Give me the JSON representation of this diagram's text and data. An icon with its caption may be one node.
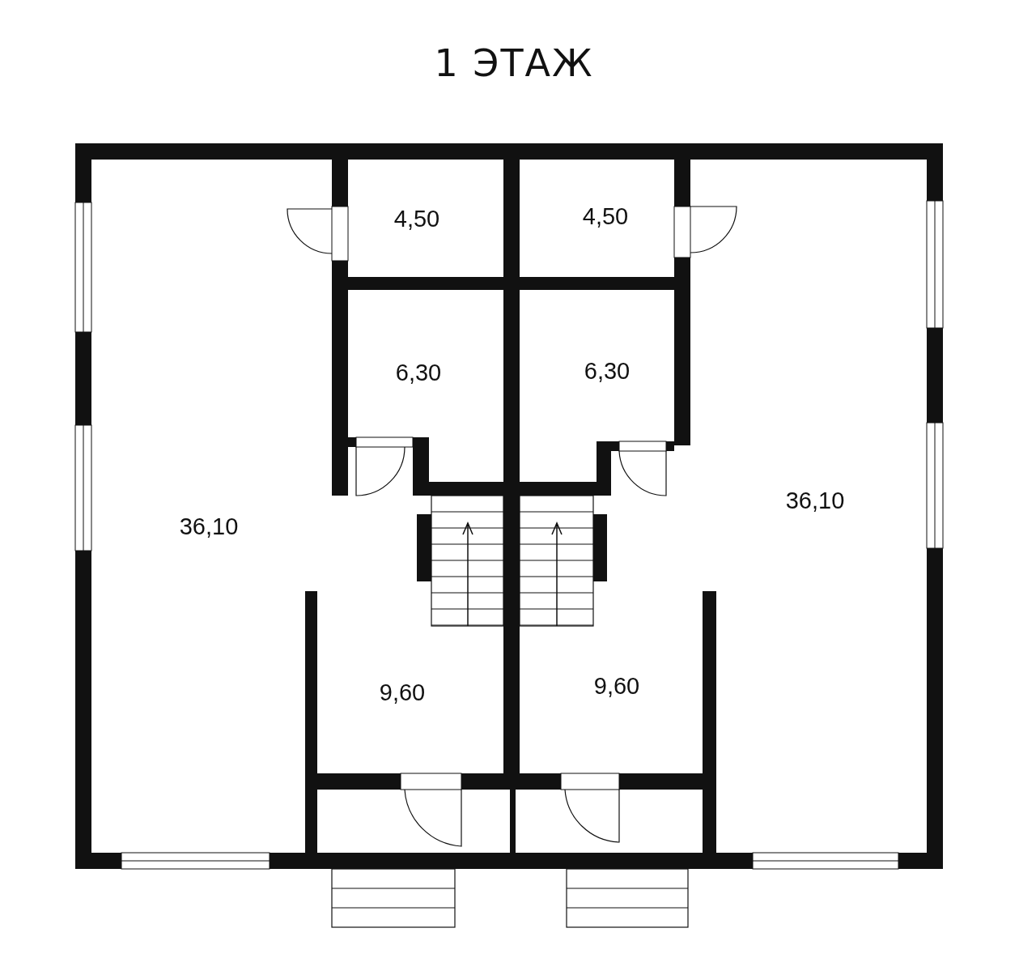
{
  "diagram": {
    "title": "1 ЭТАЖ",
    "labels": [
      "4,50",
      "4,50",
      "6,30",
      "6,30",
      "36,10",
      "36,10",
      "9,60",
      "9,60"
    ]
  }
}
